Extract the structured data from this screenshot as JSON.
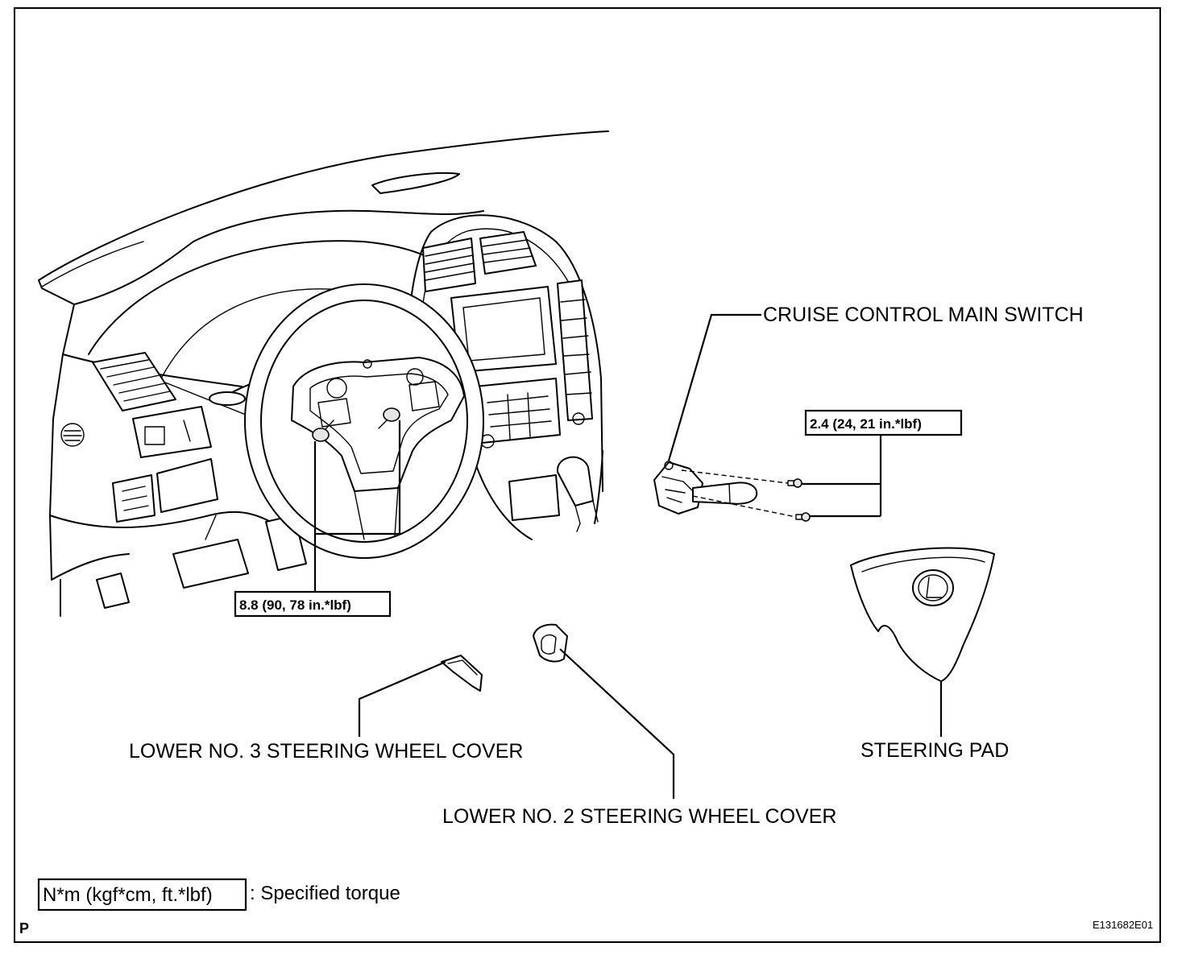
{
  "labels": {
    "cruise_control_main_switch": "CRUISE CONTROL MAIN SWITCH",
    "lower_no3_cover": "LOWER NO. 3 STEERING WHEEL COVER",
    "lower_no2_cover": "LOWER NO. 2 STEERING WHEEL COVER",
    "steering_pad": "STEERING PAD"
  },
  "torques": {
    "switch_screws": "2.4 (24, 21 in.*lbf)",
    "wheel_bolts": "8.8 (90, 78 in.*lbf)"
  },
  "legend": {
    "unit": "N*m (kgf*cm, ft.*lbf)",
    "description": ": Specified torque"
  },
  "corner_mark": "P",
  "figure_id": "E131682E01"
}
